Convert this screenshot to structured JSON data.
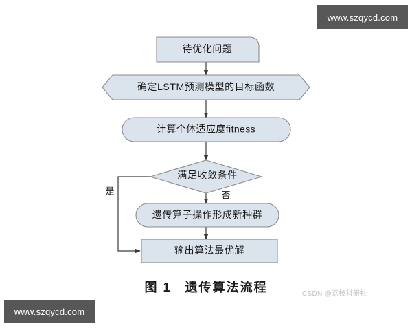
{
  "figure": {
    "caption": "图 1　遗传算法流程",
    "background_color": "#ffffff",
    "shape_fill": "#dbe3ec",
    "shape_stroke": "#8b8b8b",
    "connector_color": "#3b3b3b"
  },
  "flowchart": {
    "nodes": [
      {
        "id": "problem",
        "shape": "terminator-round-top-right",
        "label": "待优化问题"
      },
      {
        "id": "objective",
        "shape": "hexagon",
        "label": "确定LSTM预测模型的目标函数"
      },
      {
        "id": "fitness",
        "shape": "stadium",
        "label": "计算个体适应度fitness"
      },
      {
        "id": "converge",
        "shape": "diamond",
        "label": "满足收敛条件"
      },
      {
        "id": "operator",
        "shape": "stadium",
        "label": "遗传算子操作形成新种群"
      },
      {
        "id": "output",
        "shape": "rectangle",
        "label": "输出算法最优解"
      }
    ],
    "edges": [
      {
        "from": "problem",
        "to": "objective",
        "label": ""
      },
      {
        "from": "objective",
        "to": "fitness",
        "label": ""
      },
      {
        "from": "fitness",
        "to": "converge",
        "label": ""
      },
      {
        "from": "converge",
        "to": "output",
        "label": "是"
      },
      {
        "from": "converge",
        "to": "operator",
        "label": "否"
      },
      {
        "from": "operator",
        "to": "output",
        "label": ""
      }
    ],
    "branch_labels": {
      "yes": "是",
      "no": "否"
    }
  },
  "watermarks": {
    "top_right": "www.szqycd.com",
    "bottom_left": "www.szqycd.com",
    "csdn": "CSDN @荔枝科研社"
  }
}
